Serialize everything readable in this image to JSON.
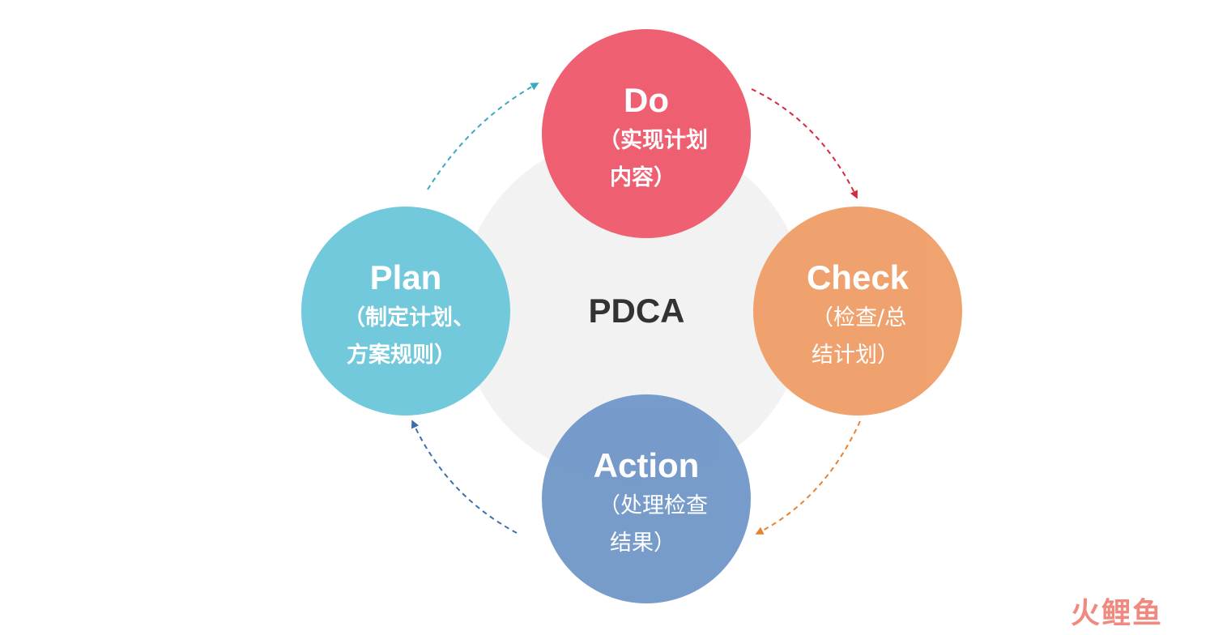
{
  "center": {
    "label": "PDCA"
  },
  "nodes": {
    "do": {
      "title": "Do",
      "desc_line1": "（实现计划",
      "desc_line2": "内容）",
      "color": "#ee5a6c"
    },
    "plan": {
      "title": "Plan",
      "desc_line1": "（制定计划、",
      "desc_line2": "方案规则）",
      "color": "#6ec8db"
    },
    "check": {
      "title": "Check",
      "desc_line1": "（检查/总",
      "desc_line2": "结计划）",
      "color": "#f0a06a"
    },
    "action": {
      "title": "Action",
      "desc_line1": "（处理检查",
      "desc_line2": "结果）",
      "color": "#7399c9"
    }
  },
  "arrows": {
    "plan_to_do": "#3aa7c4",
    "do_to_check": "#d6283f",
    "check_to_action": "#e8822f",
    "action_to_plan": "#3b6fae"
  },
  "watermark": {
    "text": "火鲤鱼"
  }
}
